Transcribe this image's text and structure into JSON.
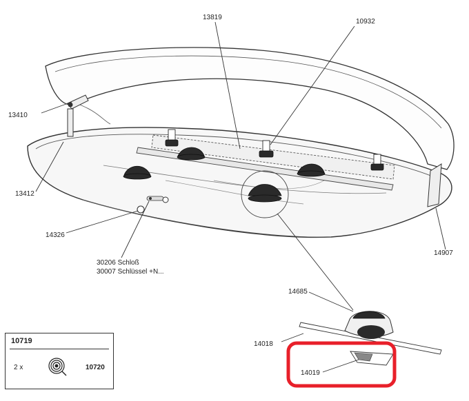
{
  "labels": {
    "p13819": "13819",
    "p10932": "10932",
    "p13410": "13410",
    "p13412": "13412",
    "p14326": "14326",
    "p30206": "30206 Schloß",
    "p30007": "30007 Schlüssel +N...",
    "p14907": "14907",
    "p14685": "14685",
    "p14018": "14018",
    "p14019": "14019"
  },
  "legend": {
    "title": "10719",
    "quantity": "2 x",
    "code": "10720",
    "icon": "tape-roll-icon"
  },
  "colors": {
    "highlight": "#e8202a",
    "line": "#333333",
    "part_dark": "#2a2a2a"
  }
}
